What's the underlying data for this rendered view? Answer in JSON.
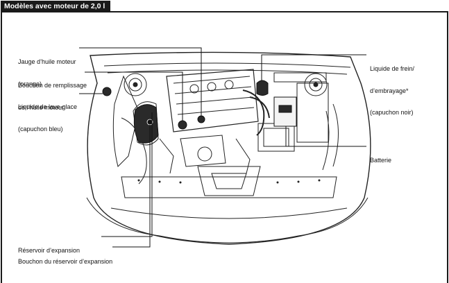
{
  "header": {
    "title": "Modèles avec moteur de 2,0 l"
  },
  "callouts": {
    "oil_dipstick": [
      "Jauge d’huile moteur",
      "(orange)"
    ],
    "oil_filler_cap": [
      "Bouchon de remplissage",
      "de l’huile moteur"
    ],
    "washer_fluid": [
      "Liquide de lave-glace",
      "(capuchon bleu)"
    ],
    "brake_clutch_fluid": [
      "Liquide de frein/",
      "d’embrayage*",
      "(capuchon noir)"
    ],
    "battery": [
      "Batterie"
    ],
    "expansion_tank": [
      "Réservoir d’expansion"
    ],
    "expansion_tank_cap": [
      "Bouchon du réservoir d’expansion"
    ]
  },
  "colors": {
    "ink": "#111111",
    "frame": "#1a1a1a",
    "component_fill": "#2a2a2a"
  }
}
